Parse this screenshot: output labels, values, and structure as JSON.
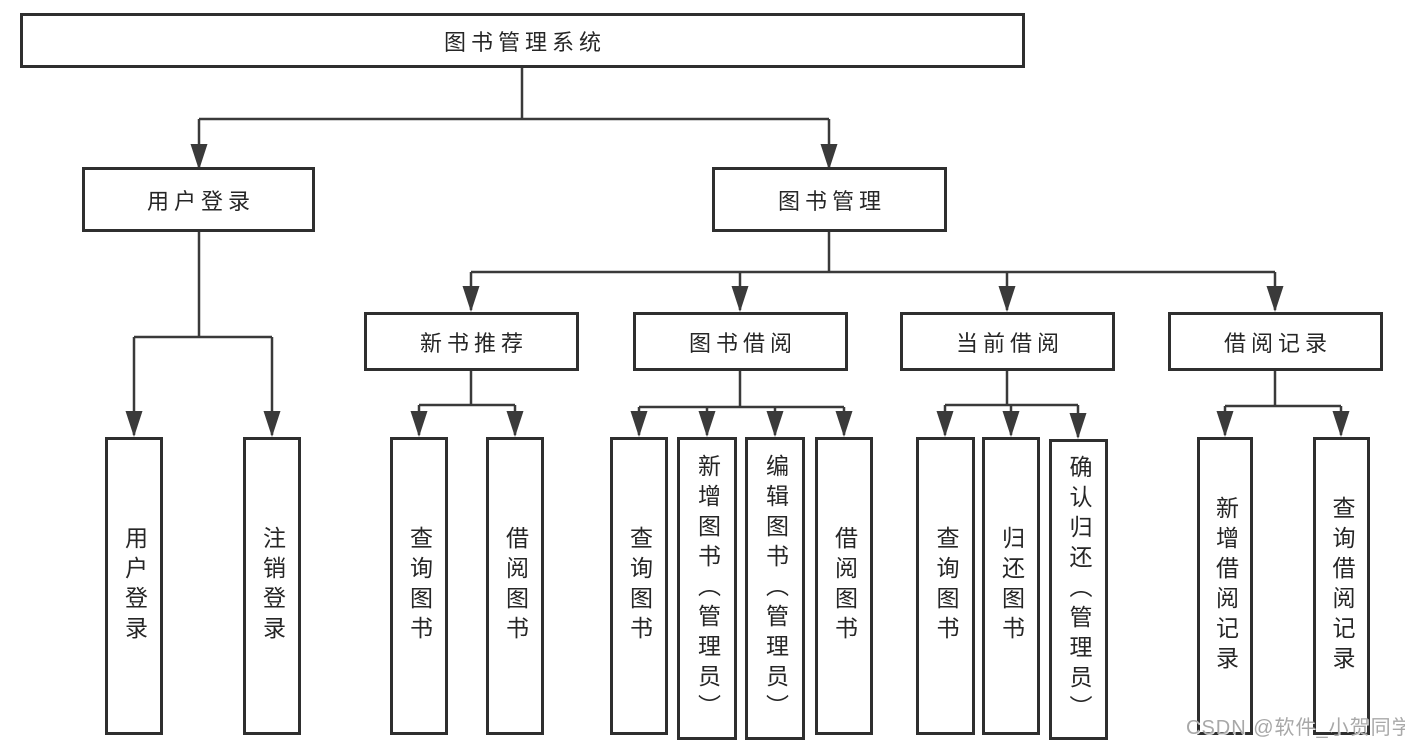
{
  "diagram": {
    "root": {
      "label": "图书管理系统"
    },
    "branches": [
      {
        "label": "用户登录",
        "children": [
          {
            "label": "用户登录"
          },
          {
            "label": "注销登录"
          }
        ]
      },
      {
        "label": "图书管理",
        "children": [
          {
            "label": "新书推荐",
            "children": [
              {
                "label": "查询图书"
              },
              {
                "label": "借阅图书"
              }
            ]
          },
          {
            "label": "图书借阅",
            "children": [
              {
                "label": "查询图书"
              },
              {
                "label": "新增图书（管理员）"
              },
              {
                "label": "编辑图书（管理员）"
              },
              {
                "label": "借阅图书"
              }
            ]
          },
          {
            "label": "当前借阅",
            "children": [
              {
                "label": "查询图书"
              },
              {
                "label": "归还图书"
              },
              {
                "label": "确认归还（管理员）"
              }
            ]
          },
          {
            "label": "借阅记录",
            "children": [
              {
                "label": "新增借阅记录"
              },
              {
                "label": "查询借阅记录"
              }
            ]
          }
        ]
      }
    ]
  },
  "watermark": {
    "text": "CSDN @软件_小贺同学"
  },
  "colors": {
    "line": "#3a3a3a",
    "box_border": "#2f2f2f",
    "text": "#262626",
    "watermark": "#a8a8a8",
    "background": "#ffffff"
  }
}
